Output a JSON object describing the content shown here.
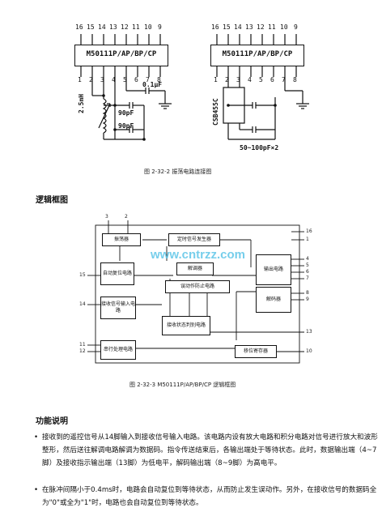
{
  "fig1": {
    "chip_left": "M50111P/AP/BP/CP",
    "chip_right": "M50111P/AP/BP/CP",
    "top_pins": [
      "16",
      "15",
      "14",
      "13",
      "12",
      "11",
      "10",
      "9"
    ],
    "bottom_pins": [
      "1",
      "2",
      "3",
      "4",
      "5",
      "6",
      "7",
      "8"
    ],
    "cap_01": "0.1μF",
    "inductor": "2.5mH",
    "cap_90a": "90pF",
    "cap_90b": "90pF",
    "resonator": "CSB455C",
    "caps_label": "50~100pF×2",
    "caption": "图 2-32-2  振荡电路连接图"
  },
  "section_logic": "逻辑框图",
  "watermark": "www.cntrzz.com",
  "fig2": {
    "blocks": {
      "osc": "振荡器",
      "timing": "定时信号发生器",
      "reset": "自动复位电路",
      "decoder": "解调器",
      "misfire": "误动作防止电路",
      "receiver": "接收信号输入电路",
      "ctrl": "接收状态判别电路",
      "serial": "串行处理电路",
      "shift": "移位寄存器",
      "output": "输出电路",
      "code": "解码器"
    },
    "pins_top": [
      "3",
      "2"
    ],
    "pins_left": [
      "15",
      "14",
      "11",
      "12"
    ],
    "pins_right": [
      "16",
      "1",
      "4",
      "5",
      "6",
      "7",
      "8",
      "9",
      "13",
      "10"
    ],
    "caption": "图 2-32-3   M50111P/AP/BP/CP 逻辑框图"
  },
  "section_func": "功能说明",
  "bullets": [
    "接收到的遥控信号从14脚输入到接收信号输入电路。该电路内设有放大电路和积分电路对信号进行放大和波形整形，然后送往解调电路解调为数据码。指令传送结束后，各输出端处于等待状态。此时，数据输出端（4~7脚）及接收指示输出端（13脚）为低电平，解码输出端（8~9脚）为高电平。",
    "在脉冲间隔小于0.4ms时，电路会自动复位到等待状态，从而防止发生误动作。另外，在接收信号的数据码全为\"0\"或全为\"1\"时，电路也会自动复位到等待状态。"
  ]
}
